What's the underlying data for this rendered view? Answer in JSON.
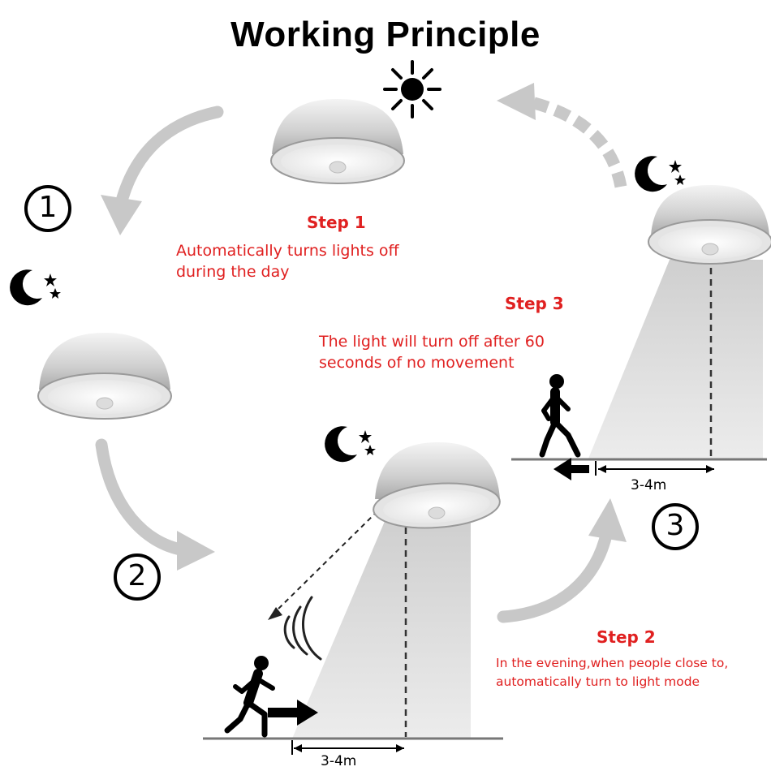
{
  "title": "Working Principle",
  "steps": [
    {
      "number": "1",
      "title": "Step 1",
      "description_lines": [
        "Automatically turns lights off",
        "during the day"
      ]
    },
    {
      "number": "2",
      "title": "Step 2",
      "description_lines": [
        "In the evening,when people close to,",
        "automatically turn to light mode"
      ]
    },
    {
      "number": "3",
      "title": "Step 3",
      "description_lines": [
        "The light will turn off after 60",
        "seconds of no movement"
      ]
    }
  ],
  "distance_labels": [
    "3-4m",
    "3-4m"
  ],
  "icons": [
    "sun-icon",
    "moon-stars-icon",
    "running-person-icon",
    "motion-waves-icon"
  ],
  "colors": {
    "step_text": "#e02020",
    "arrow_gray": "#c8c8c8",
    "beam_gray": "#d9d9d9"
  }
}
